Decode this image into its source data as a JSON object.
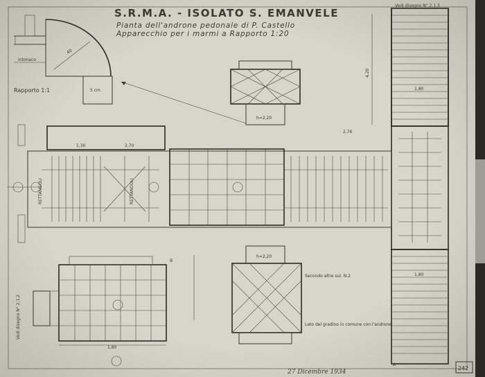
{
  "title": {
    "line1": "S.R.M.A. - ISOLATO S. EMANVELE",
    "line2": "Pianta dell'androne pedonale di P. Castello",
    "line3": "Apparecchio per i marmi a Rapporto 1:20"
  },
  "detail": {
    "scale_label": "Rapporto 1:1",
    "dim_radius": "40",
    "dim_width": "5 cm",
    "note_label": "intonaco"
  },
  "dims": {
    "top_dim": "1,30",
    "top_dim2": "2,70",
    "center_dim": "2,76",
    "ceiling_top": "h=2,20",
    "ceiling_bottom": "h=2,20",
    "stair_dim": "1,80",
    "stair_dim2": "1,80",
    "lower_left_width": "1,80",
    "height_420": "4,20"
  },
  "labels": {
    "rettangoli_left": "RETTANGOLI",
    "rettangoli_right": "RETTANGOLI",
    "lower_right_note": "Secondo altre sul. N.2",
    "grado_note": "Lato del gradino in comune con l'androne",
    "vedi_disegno_top": "Vedi disegno N° 2.1.3",
    "vedi_disegno_left": "Vedi disegno N° 2.1.2",
    "date": "27 Dicembre 1934",
    "sheet_number": "242",
    "corner_mark_a": "A",
    "corner_mark_b": "B"
  },
  "colors": {
    "paper": "#d4d2c6",
    "ink": "#3a3630",
    "frame_dark": "#1e1e1c"
  }
}
